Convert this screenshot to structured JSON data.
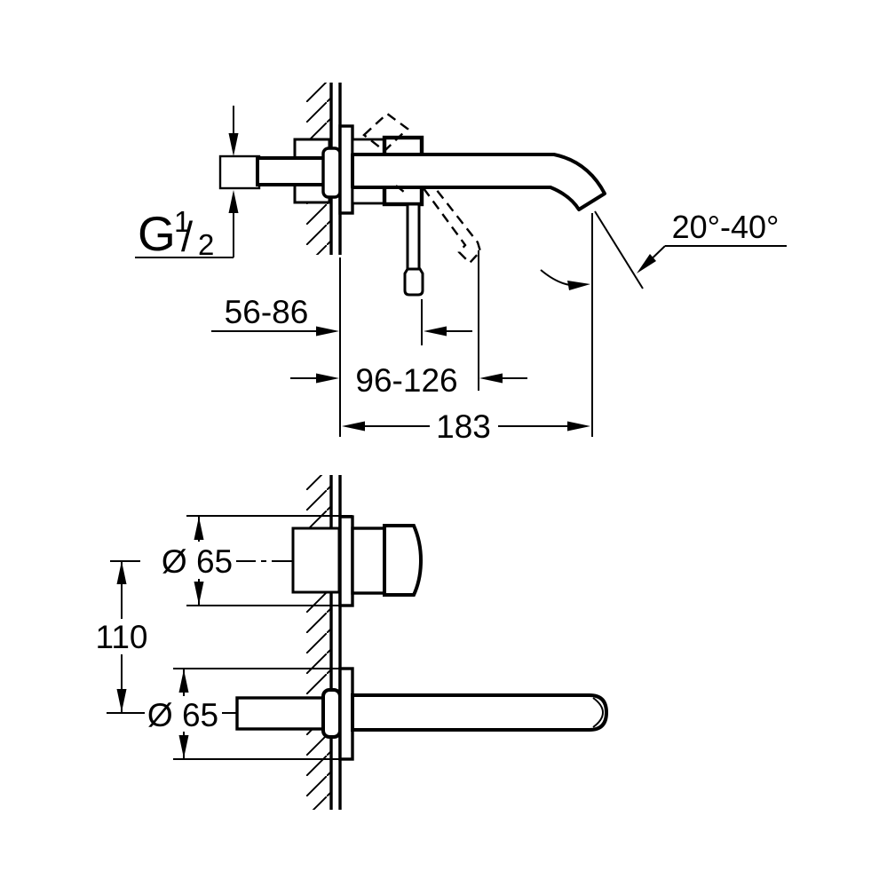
{
  "colors": {
    "background": "#ffffff",
    "line": "#000000"
  },
  "side_view": {
    "thread_label": {
      "prefix": "G",
      "numerator": "1",
      "separator": "/",
      "denominator": "2"
    },
    "wall_depth_range": "56-86",
    "lever_projection_range": "96-126",
    "spout_projection": "183",
    "spout_angle_range": "20°-40°"
  },
  "front_view": {
    "handle_escutcheon_diameter": "Ø 65",
    "spout_escutcheon_diameter": "Ø 65",
    "vertical_center_distance": "110"
  }
}
